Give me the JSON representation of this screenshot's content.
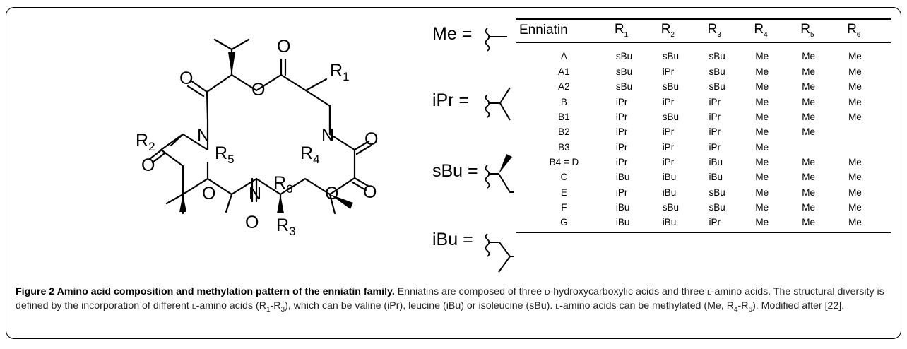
{
  "figure": {
    "caption_title": "Figure 2 Amino acid composition and methylation pattern of the enniatin family.",
    "caption_text": [
      " Enniatins are composed of three ",
      "D",
      "-hydroxycarboxylic acids and three ",
      "L",
      "-amino acids. The structural diversity is defined by the incorporation of different ",
      "L",
      "-amino acids (R",
      "1",
      "-R",
      "3",
      "), which can be valine (iPr), leucine (iBu) or isoleucine (sBu). ",
      "L",
      "-amino acids can be methylated (Me, R",
      "4",
      "-R",
      "6",
      "). Modified after [22]."
    ]
  },
  "structure": {
    "atom_O": "O",
    "atom_N": "N",
    "R_letter": "R",
    "R_subscripts": [
      "1",
      "2",
      "3",
      "4",
      "5",
      "6"
    ]
  },
  "substituents": [
    {
      "abbr": "Me",
      "eq": "="
    },
    {
      "abbr": "iPr",
      "eq": "="
    },
    {
      "abbr": "sBu",
      "eq": "="
    },
    {
      "abbr": "iBu",
      "eq": "="
    }
  ],
  "table": {
    "headers": [
      {
        "main": "Enniatin",
        "sub": ""
      },
      {
        "main": "R",
        "sub": "1"
      },
      {
        "main": "R",
        "sub": "2"
      },
      {
        "main": "R",
        "sub": "3"
      },
      {
        "main": "R",
        "sub": "4"
      },
      {
        "main": "R",
        "sub": "5"
      },
      {
        "main": "R",
        "sub": "6"
      }
    ],
    "rows": [
      {
        "name": "A",
        "cells": [
          "sBu",
          "sBu",
          "sBu",
          "Me",
          "Me",
          "Me"
        ]
      },
      {
        "name": "A1",
        "cells": [
          "sBu",
          "iPr",
          "sBu",
          "Me",
          "Me",
          "Me"
        ]
      },
      {
        "name": "A2",
        "cells": [
          "sBu",
          "sBu",
          "sBu",
          "Me",
          "Me",
          "Me"
        ]
      },
      {
        "name": "B",
        "cells": [
          "iPr",
          "iPr",
          "iPr",
          "Me",
          "Me",
          "Me"
        ]
      },
      {
        "name": "B1",
        "cells": [
          "iPr",
          "sBu",
          "iPr",
          "Me",
          "Me",
          "Me"
        ]
      },
      {
        "name": "B2",
        "cells": [
          "iPr",
          "iPr",
          "iPr",
          "Me",
          "Me",
          ""
        ]
      },
      {
        "name": "B3",
        "cells": [
          "iPr",
          "iPr",
          "iPr",
          "Me",
          "",
          ""
        ]
      },
      {
        "name": "B4 = D",
        "cells": [
          "iPr",
          "iPr",
          "iBu",
          "Me",
          "Me",
          "Me"
        ]
      },
      {
        "name": "C",
        "cells": [
          "iBu",
          "iBu",
          "iBu",
          "Me",
          "Me",
          "Me"
        ]
      },
      {
        "name": "E",
        "cells": [
          "iPr",
          "iBu",
          "sBu",
          "Me",
          "Me",
          "Me"
        ]
      },
      {
        "name": "F",
        "cells": [
          "iBu",
          "sBu",
          "sBu",
          "Me",
          "Me",
          "Me"
        ]
      },
      {
        "name": "G",
        "cells": [
          "iBu",
          "iBu",
          "iPr",
          "Me",
          "Me",
          "Me"
        ]
      }
    ]
  }
}
